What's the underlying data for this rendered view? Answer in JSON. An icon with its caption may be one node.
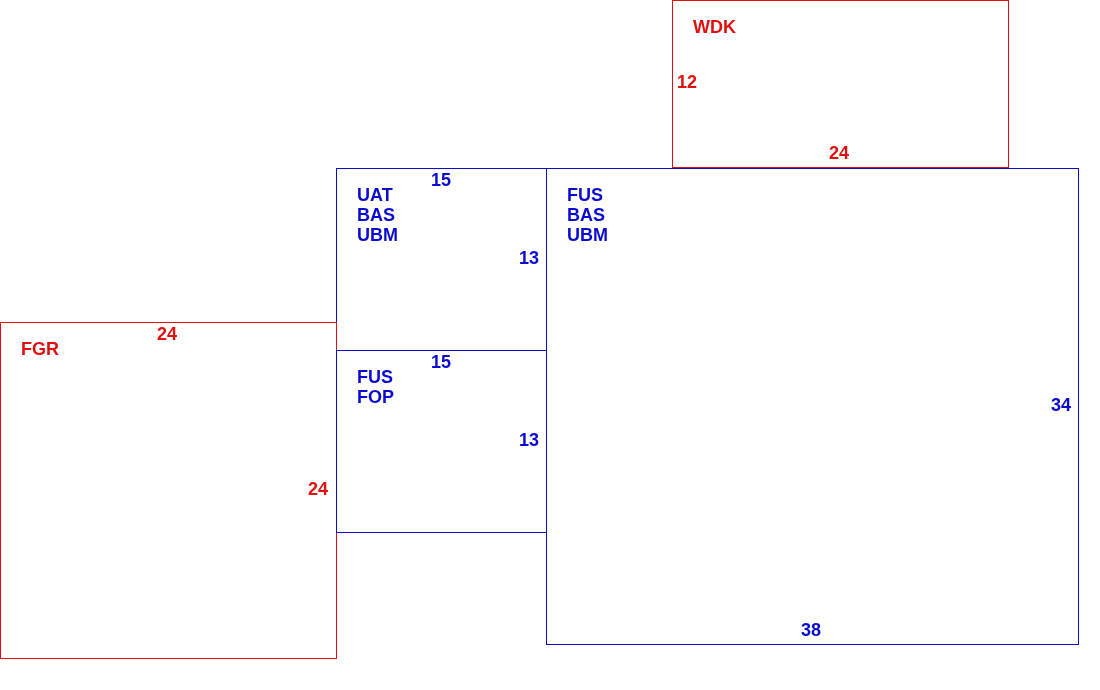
{
  "diagram": {
    "nodes": [
      {
        "text": [
          "WDK",
          "12",
          "24"
        ]
      },
      {
        "text": [
          "15",
          "UAT BAS UBM",
          "13"
        ]
      },
      {
        "text": [
          "FUS BAS UBM",
          "34",
          "38"
        ]
      },
      {
        "text": [
          "24",
          "FGR",
          "24"
        ]
      },
      {
        "text": [
          "15",
          "FUS FOP",
          "13"
        ]
      }
    ]
  }
}
